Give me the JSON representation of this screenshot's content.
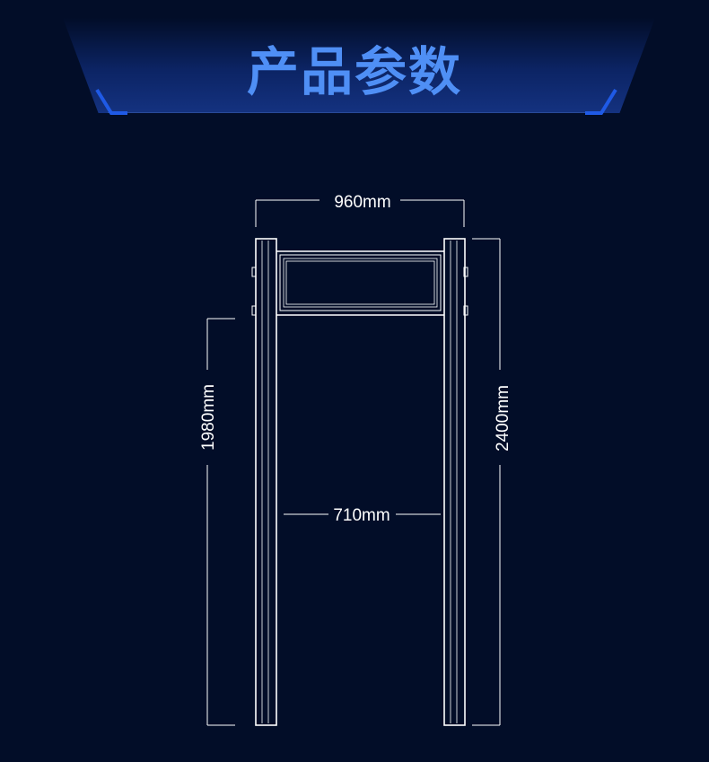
{
  "header": {
    "title": "产品参数"
  },
  "dimensions": {
    "top_width": "960mm",
    "inner_width": "710mm",
    "inner_height": "1980mm",
    "total_height": "2400mm"
  },
  "colors": {
    "background": "#020d28",
    "accent": "#1f5ae6",
    "title": "#4f8ff5",
    "line": "#ffffff"
  }
}
